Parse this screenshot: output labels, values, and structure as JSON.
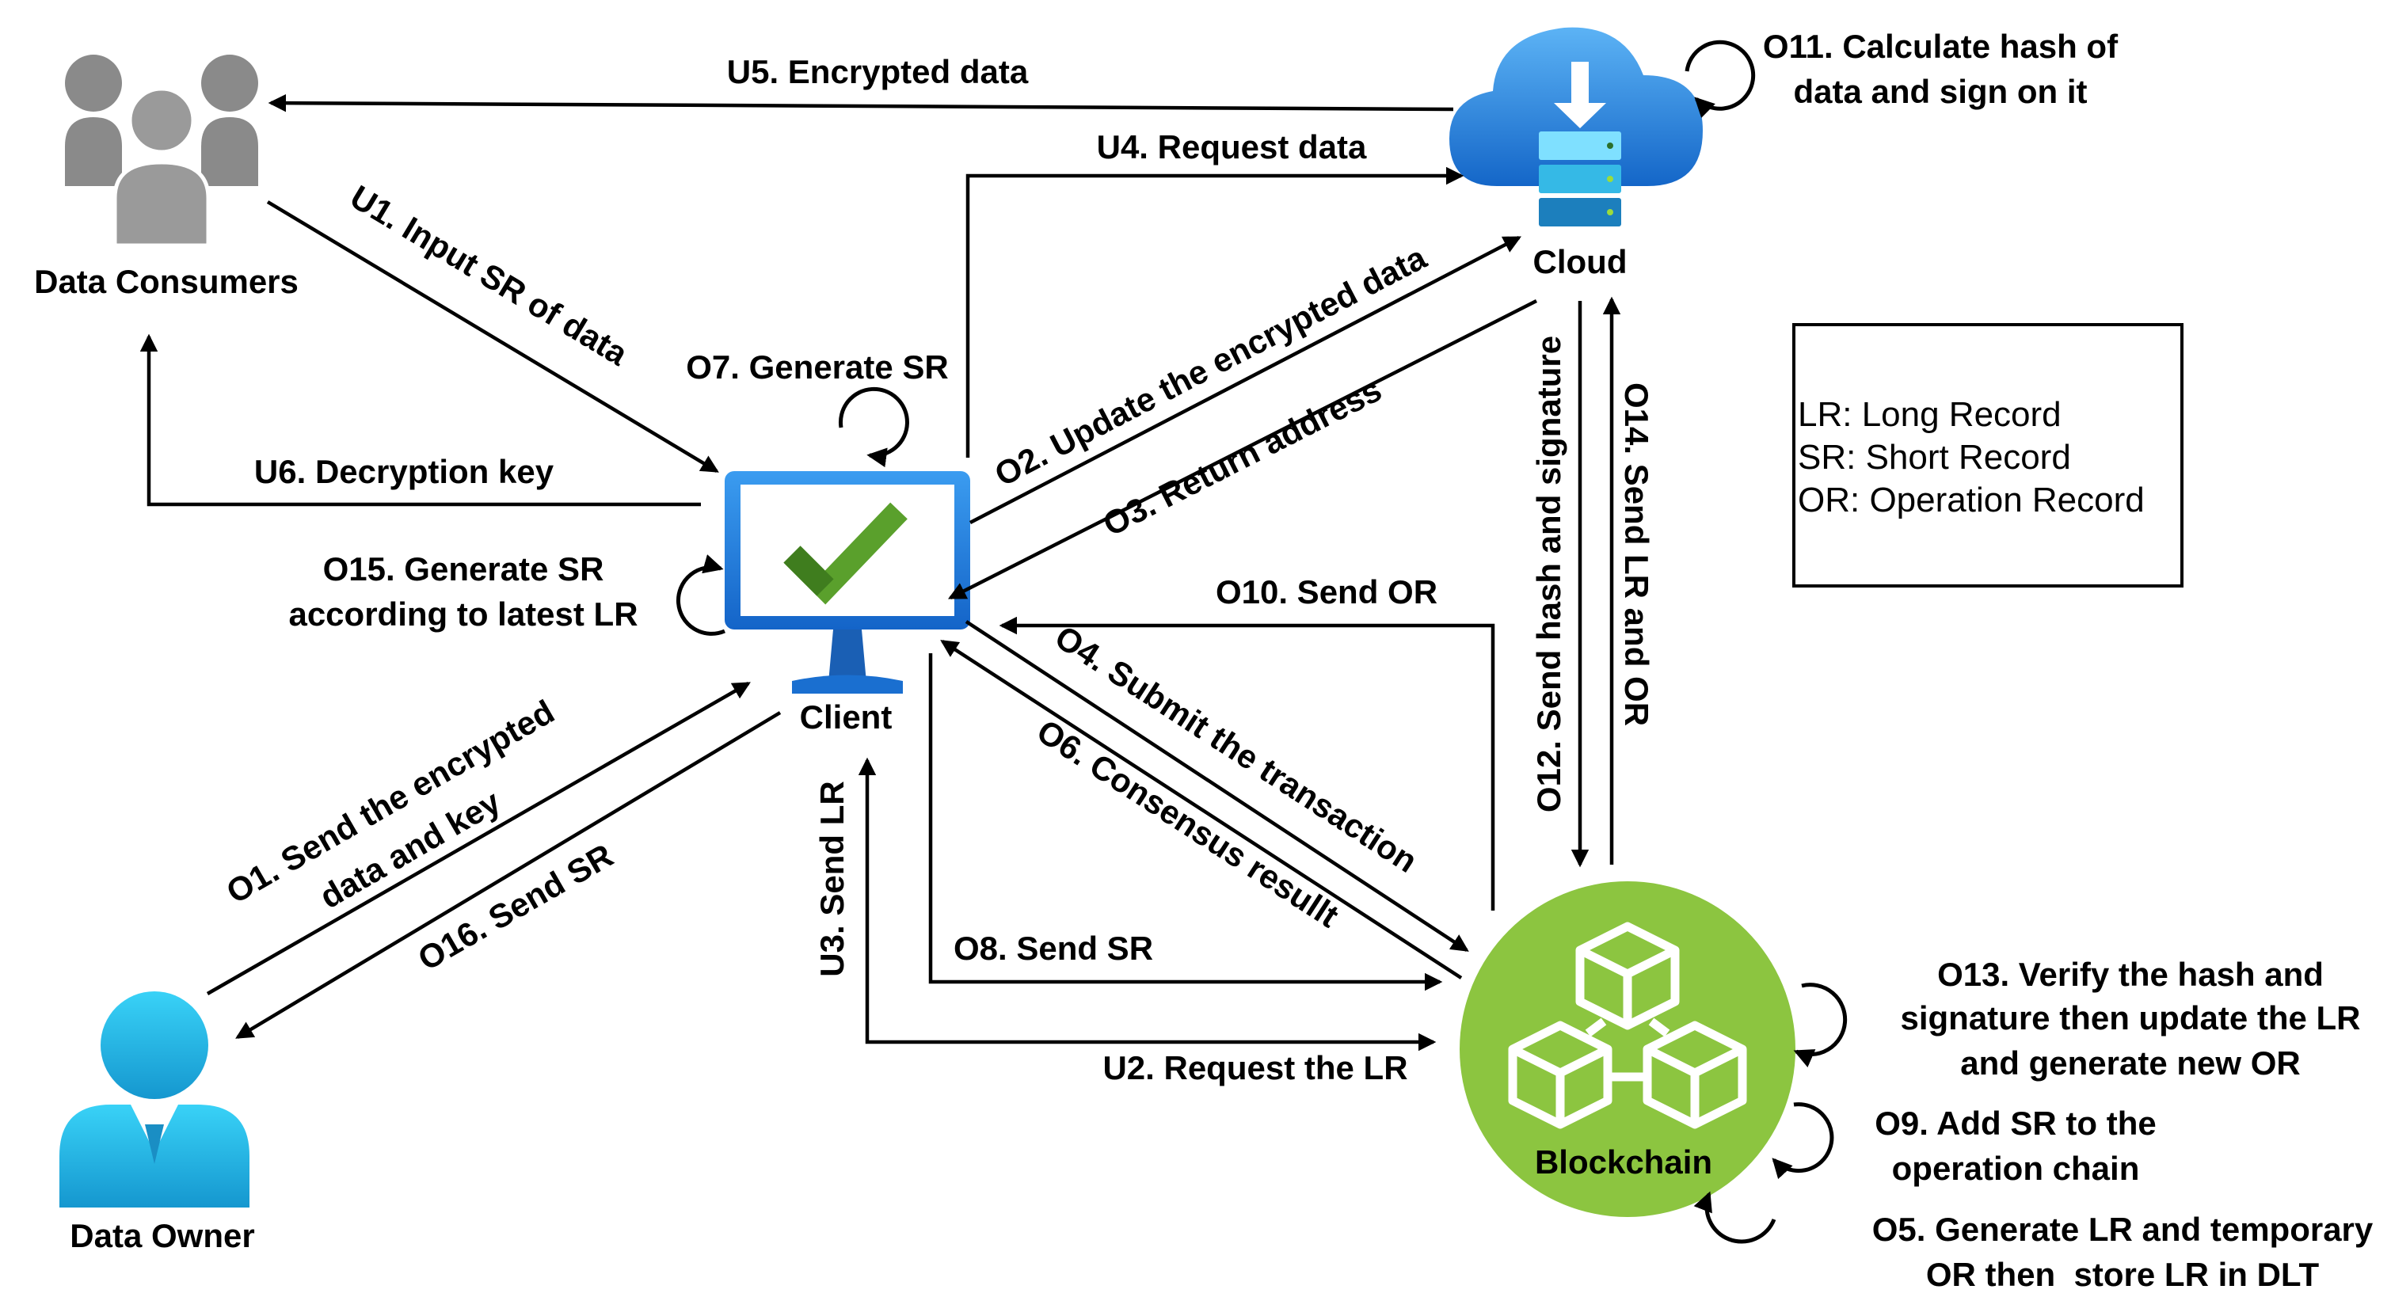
{
  "nodes": {
    "data_consumers": "Data Consumers",
    "client": "Client",
    "cloud": "Cloud",
    "blockchain": "Blockchain",
    "data_owner": "Data Owner"
  },
  "legend": [
    "LR: Long Record",
    "SR: Short Record",
    "OR: Operation Record"
  ],
  "edges": {
    "u1": "U1. Input SR of data",
    "u2": "U2. Request the LR",
    "u3": "U3. Send LR",
    "u4": "U4. Request data",
    "u5": "U5. Encrypted data",
    "u6": "U6. Decryption key",
    "o1_line1": "O1. Send the encrypted",
    "o1_line2": "data and key",
    "o2": "O2. Update the encrypted data",
    "o3": "O3. Return address",
    "o4": "O4. Submit the transaction",
    "o6": "O6. Consensus resullt",
    "o8": "O8. Send SR",
    "o10": "O10. Send OR",
    "o12": "O12. Send hash and signature",
    "o14": "O14. Send LR and OR",
    "o16": "O16. Send SR"
  },
  "self_loops": {
    "o5_line1": "O5. Generate LR and temporary",
    "o5_line2": "OR then  store LR in DLT",
    "o7": "O7. Generate SR",
    "o9_line1": "O9. Add SR to the",
    "o9_line2": "operation chain",
    "o11_line1": "O11. Calculate hash of",
    "o11_line2": "data and sign on it",
    "o13_line1": "O13. Verify the hash and",
    "o13_line2": "signature then update the LR",
    "o13_line3": "and generate new OR",
    "o15_line1": "O15. Generate SR",
    "o15_line2": "according to latest LR"
  },
  "colors": {
    "consumers_gray": "#8c8c8c",
    "client_blue": "#1a7fe0",
    "client_check_green": "#5aa02c",
    "cloud_blue": "#2f8fe6",
    "blockchain_green": "#8cc540",
    "owner_cyan": "#2ac4ef"
  }
}
